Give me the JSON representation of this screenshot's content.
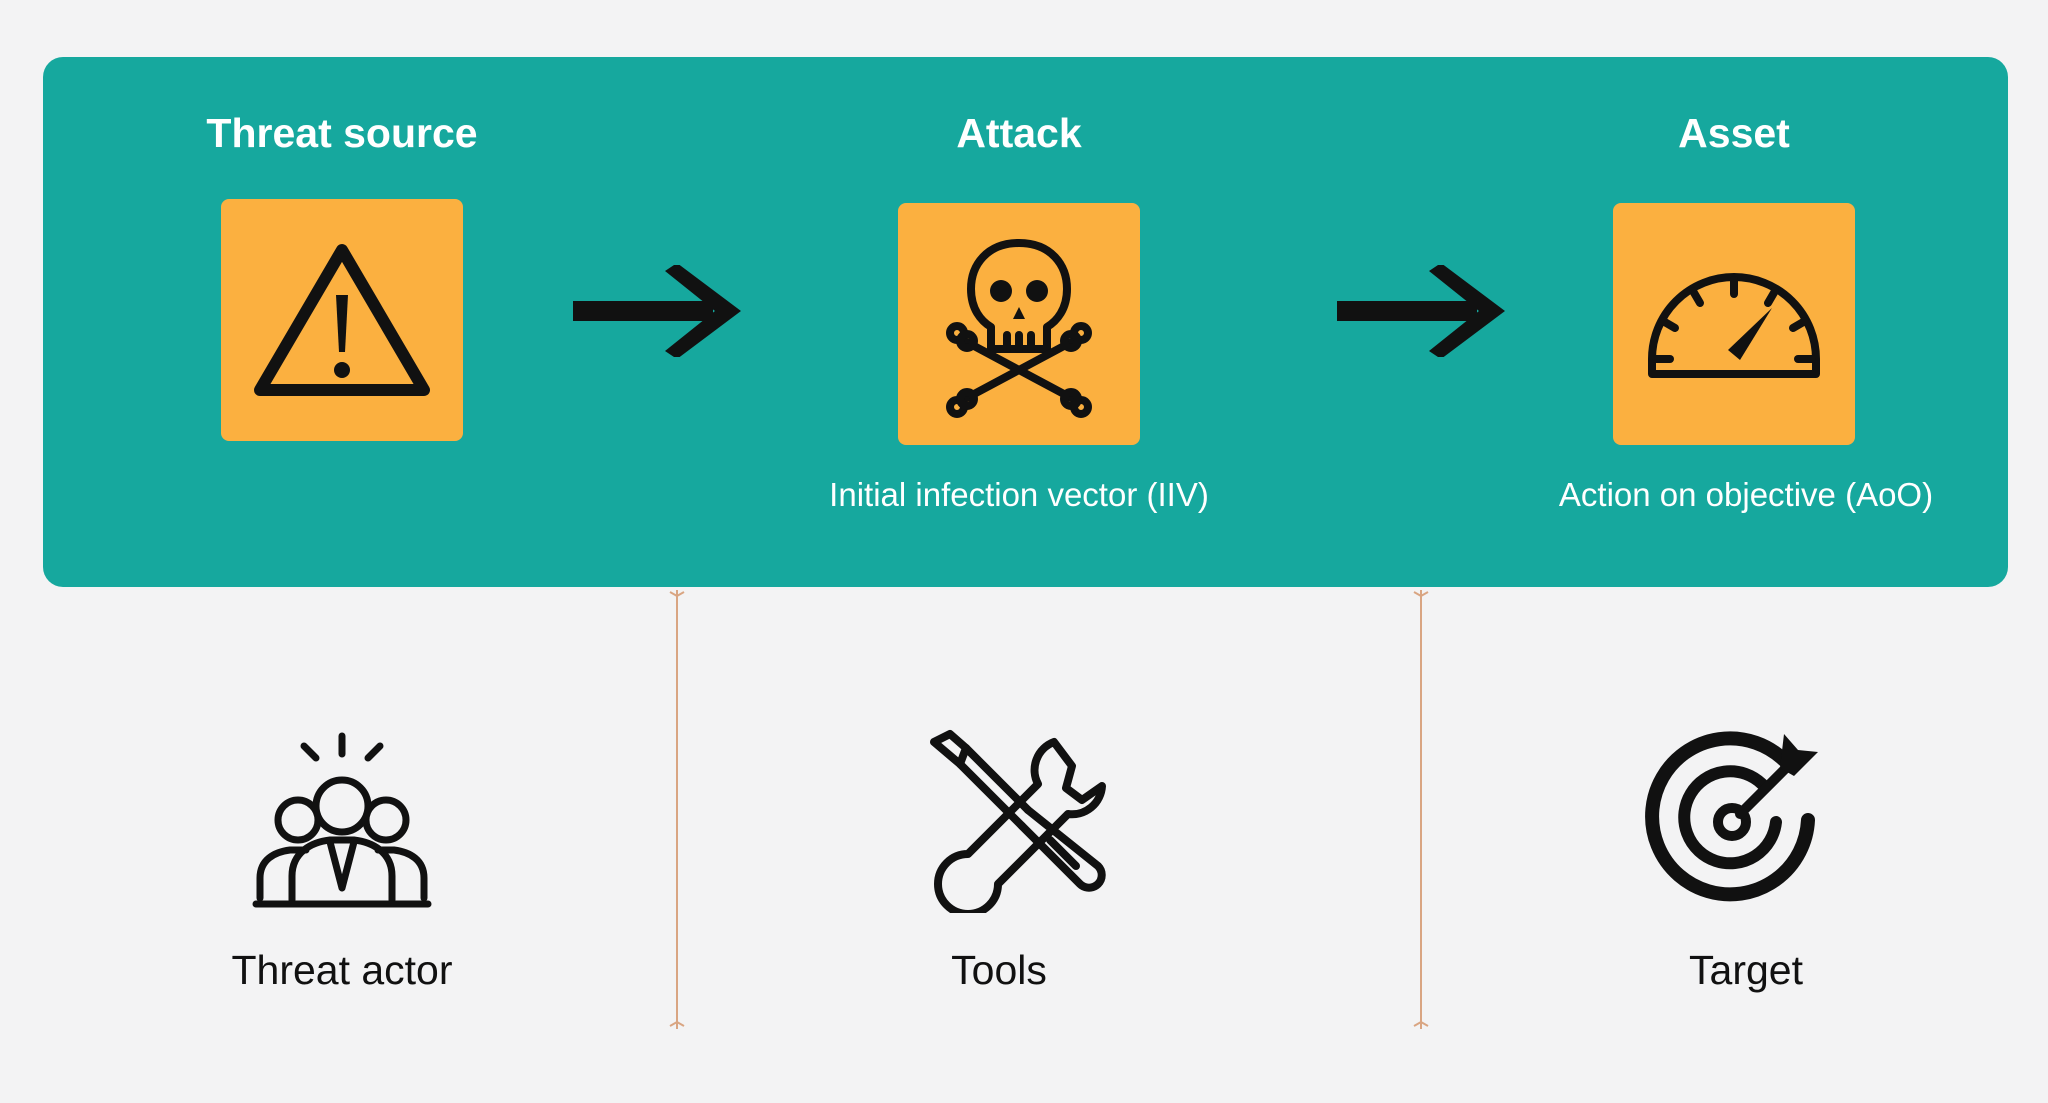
{
  "colors": {
    "panel": "#16a89e",
    "icon_box": "#fbb040",
    "background": "#f3f3f4",
    "arrow": "#111111",
    "divider": "#d9a582"
  },
  "stages": [
    {
      "title": "Threat source",
      "icon": "warning-triangle-icon",
      "caption": ""
    },
    {
      "title": "Attack",
      "icon": "skull-crossbones-icon",
      "caption": "Initial infection vector (IIV)"
    },
    {
      "title": "Asset",
      "icon": "speedometer-gauge-icon",
      "caption": "Action on objective (AoO)"
    }
  ],
  "entities": [
    {
      "label": "Threat actor",
      "icon": "threat-actor-group-icon"
    },
    {
      "label": "Tools",
      "icon": "wrench-screwdriver-icon"
    },
    {
      "label": "Target",
      "icon": "target-arrow-icon"
    }
  ]
}
